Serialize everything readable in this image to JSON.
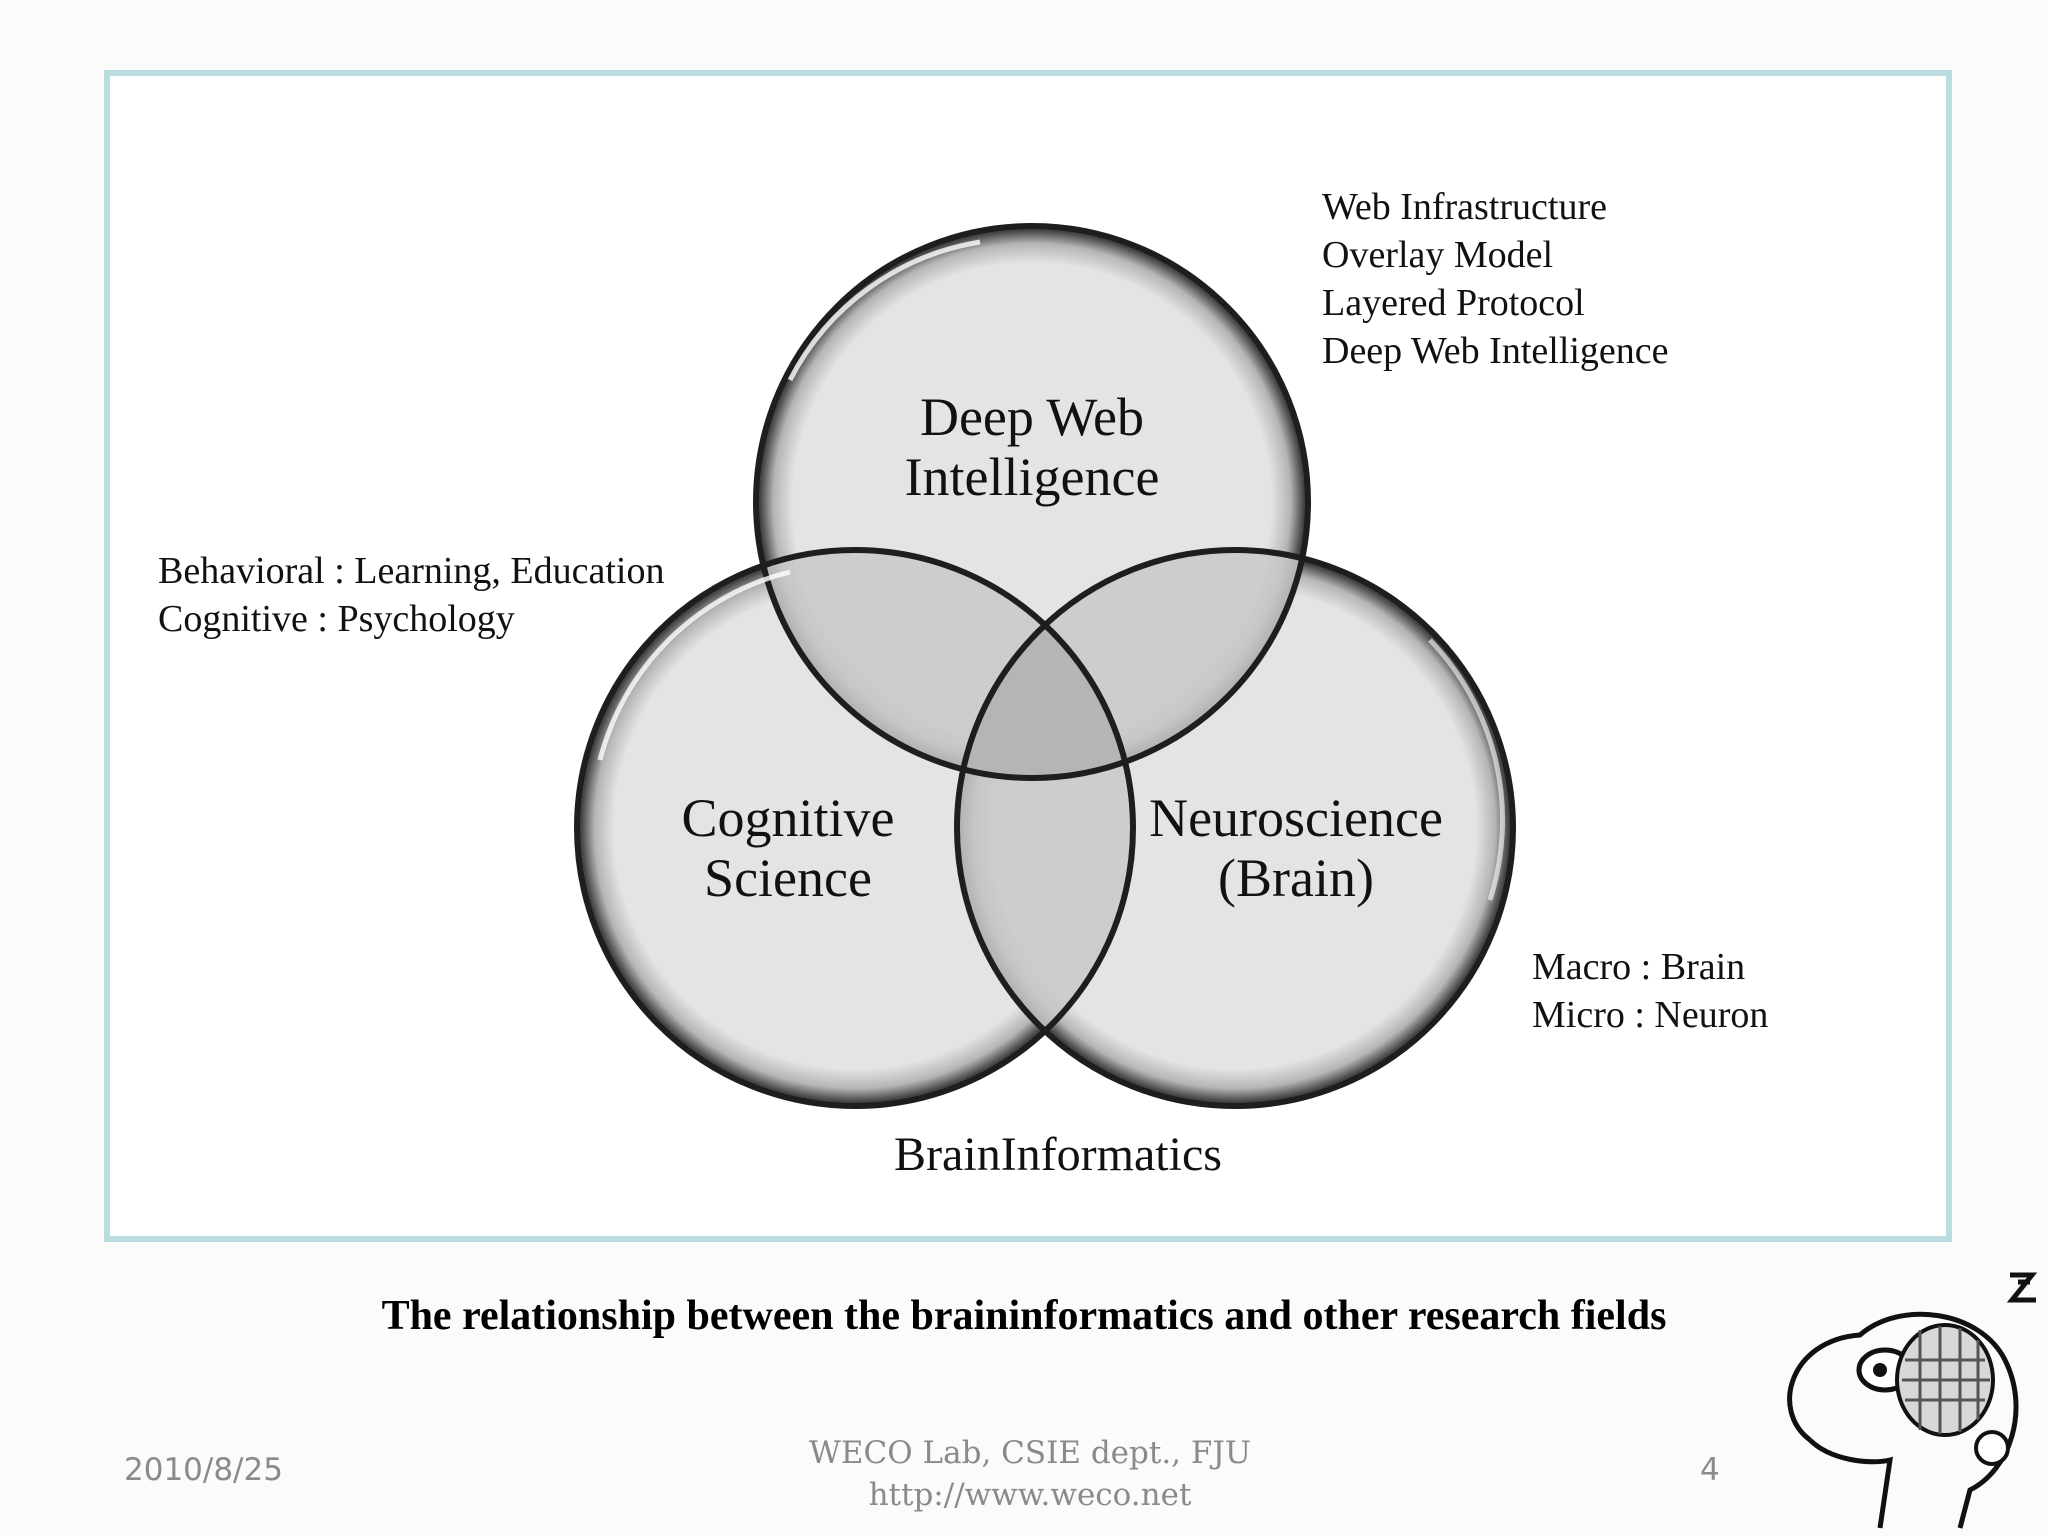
{
  "circles": {
    "top": {
      "line1": "Deep Web",
      "line2": "Intelligence"
    },
    "left": {
      "line1": "Cognitive",
      "line2": "Science"
    },
    "right": {
      "line1": "Neuroscience",
      "line2": "(Brain)"
    }
  },
  "annotations": {
    "web": [
      "Web Infrastructure",
      "Overlay Model",
      "Layered Protocol",
      "Deep Web Intelligence"
    ],
    "cognitive": [
      "Behavioral : Learning, Education",
      "Cognitive : Psychology"
    ],
    "neuro": [
      "Macro : Brain",
      "Micro : Neuron"
    ]
  },
  "center_label": "BrainInformatics",
  "caption": "The relationship between the braininformatics and other research fields",
  "footer": {
    "date": "2010/8/25",
    "org_line1": "WECO Lab, CSIE dept., FJU",
    "org_line2": "http://www.weco.net",
    "page_number": "4"
  },
  "colors": {
    "frame_border": "#b9dde1",
    "circle_fill": "#e6e6e6",
    "overlap_fill": "#c9c9c9",
    "triple_overlap_fill": "#b8b8b8",
    "footer_text": "#8a8a8a"
  }
}
